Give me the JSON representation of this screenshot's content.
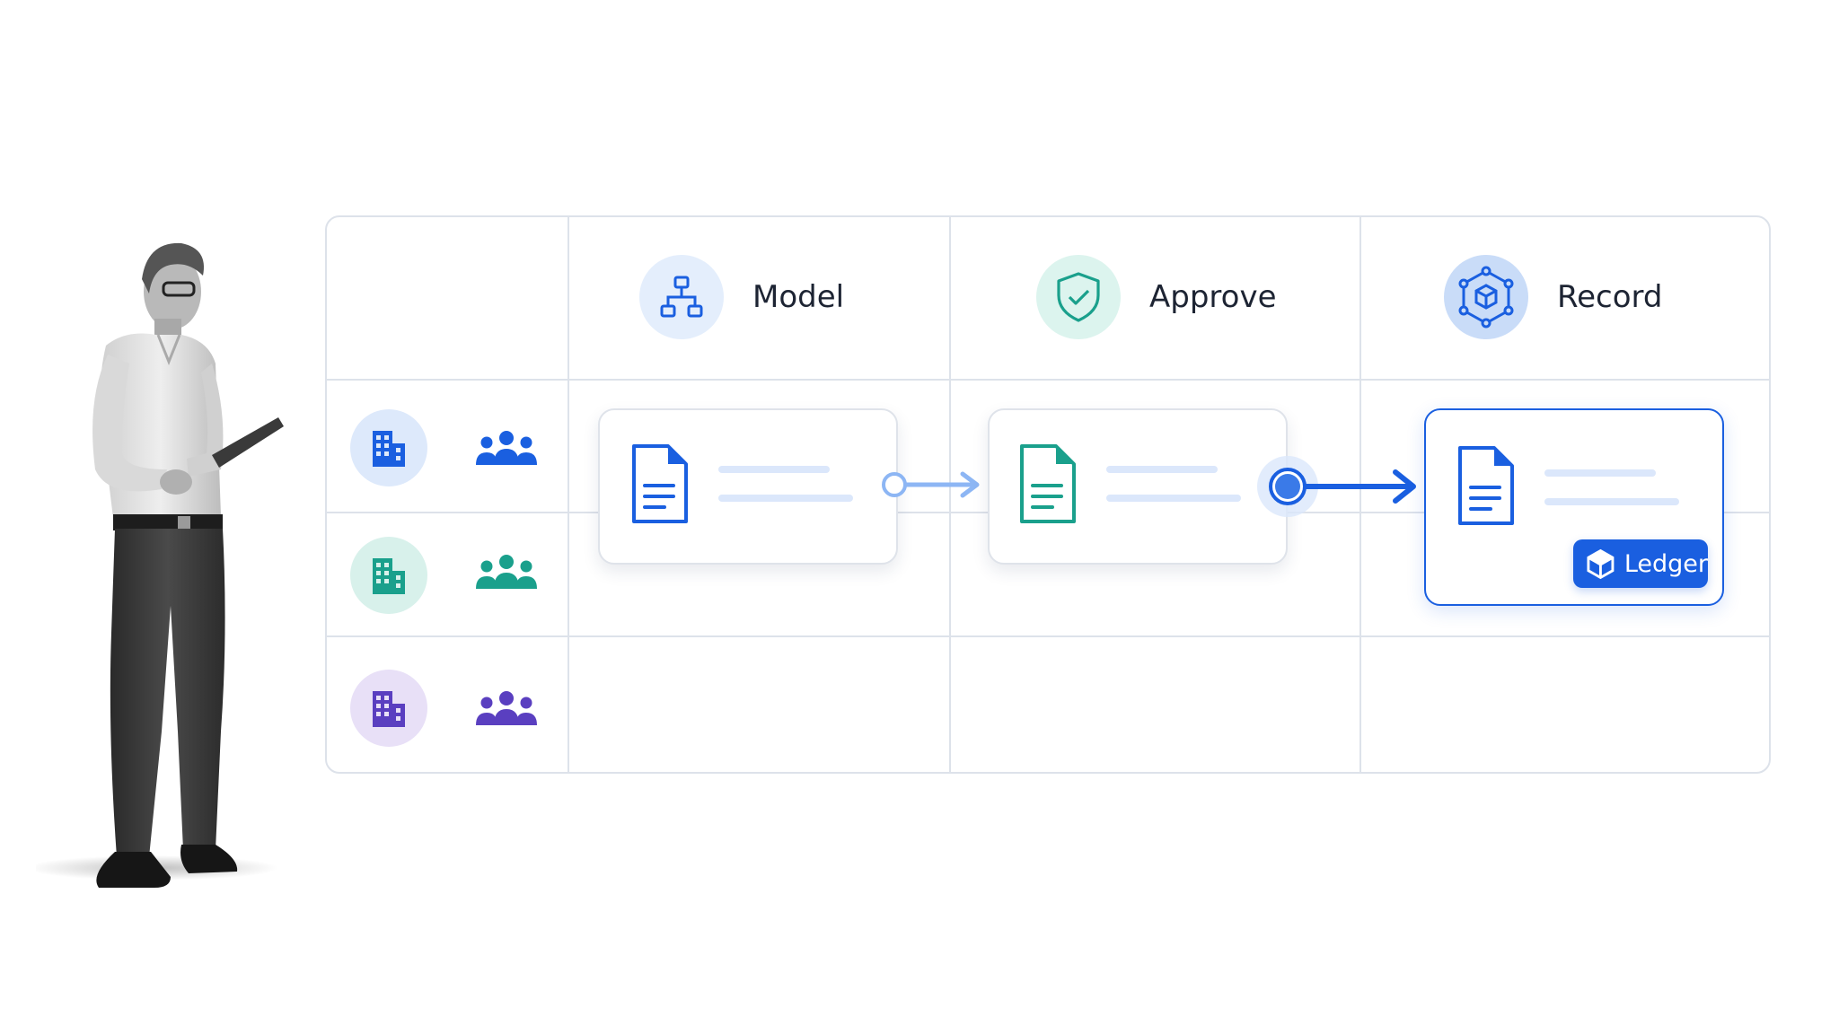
{
  "columns": [
    {
      "label": "Model"
    },
    {
      "label": "Approve"
    },
    {
      "label": "Record"
    }
  ],
  "badge": {
    "label": "Ledger"
  },
  "colors": {
    "primary_blue": "#1a5fe0",
    "teal": "#1aa08c",
    "purple": "#5a3fc0",
    "grid_line": "#dde2ea"
  }
}
